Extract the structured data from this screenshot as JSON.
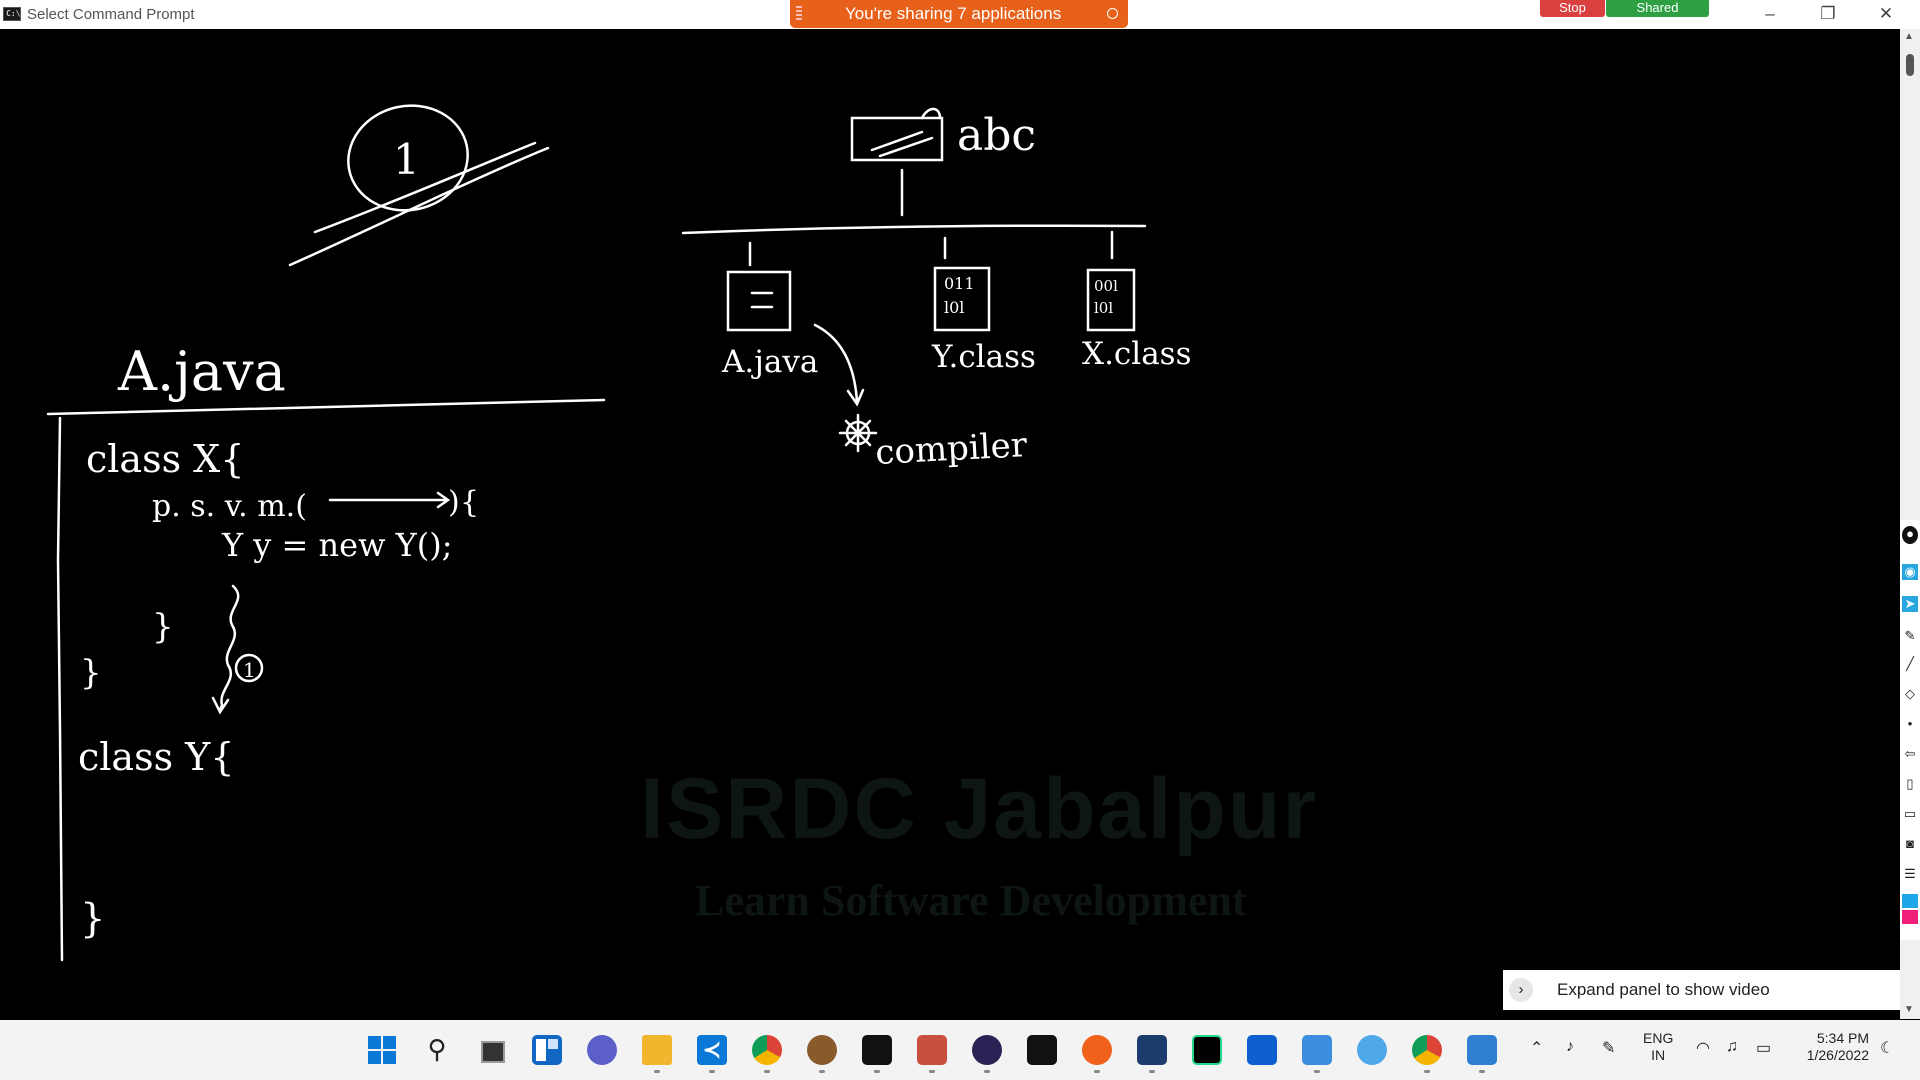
{
  "window": {
    "title": "Select Command Prompt",
    "icon": "cmd-icon"
  },
  "sharing": {
    "text": "You're sharing 7 applications",
    "stop_label": "Stop",
    "shared_label": "Shared"
  },
  "window_controls": {
    "minimize": "–",
    "restore": "❐",
    "close": "✕"
  },
  "watermark": {
    "title": "ISRDC Jabalpur",
    "subtitle": "Learn Software Development"
  },
  "drawing": {
    "circled_number": "1",
    "root_label": "abc",
    "files": [
      "A.java",
      "Y.class",
      "X.class"
    ],
    "compiler_label": "compiler",
    "source_title": "A.java",
    "code_lines": [
      "class X{",
      "p. s. v. m.(",
      ")",
      "{",
      "Y y = new Y();",
      "}",
      "}",
      "class Y{",
      "}"
    ],
    "step_label": "1",
    "file_glyphs": {
      "y": [
        "011",
        "l0l"
      ],
      "x": [
        "00l",
        "l0l"
      ]
    }
  },
  "video_panel": {
    "label": "Expand panel to show video"
  },
  "taskbar": {
    "icons": [
      "windows-start-icon",
      "search-icon",
      "task-view-icon",
      "widgets-icon",
      "teams-chat-icon",
      "file-explorer-icon",
      "vscode-icon",
      "chrome-icon",
      "app-icon-1",
      "terminal-icon",
      "app-icon-2",
      "eclipse-icon",
      "mysql-icon",
      "firefox-icon",
      "app-icon-3",
      "pycharm-icon",
      "app-icon-4",
      "notepad-icon",
      "app-icon-5",
      "chrome-profile-icon",
      "photos-icon"
    ],
    "tray": {
      "language_line1": "ENG",
      "language_line2": "IN",
      "time": "5:34 PM",
      "date": "1/26/2022"
    }
  },
  "colors": {
    "canvas": "#000000",
    "ink": "#ffffff",
    "share_orange": "#e8611a",
    "stop_red": "#d94040",
    "shared_green": "#2ea043",
    "taskbar": "#f3f3f3"
  }
}
